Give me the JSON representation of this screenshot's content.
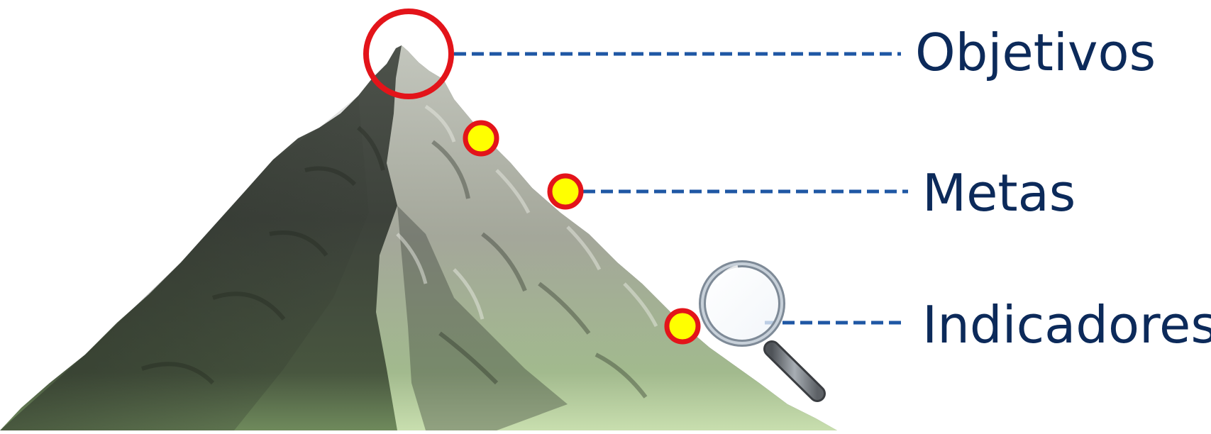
{
  "labels": {
    "objetivos": "Objetivos",
    "metas": "Metas",
    "indicadores": "Indicadores"
  },
  "icons": {
    "summit_marker": "red-circle-icon",
    "waypoint_marker": "yellow-dot-icon",
    "indicator_tool": "magnifying-glass-icon"
  },
  "colors": {
    "label_text": "#0c2a5a",
    "connector": "#1f57a4",
    "summit_circle": "#e3141a",
    "waypoint_fill": "#ffff00",
    "waypoint_ring": "#e3141a"
  }
}
